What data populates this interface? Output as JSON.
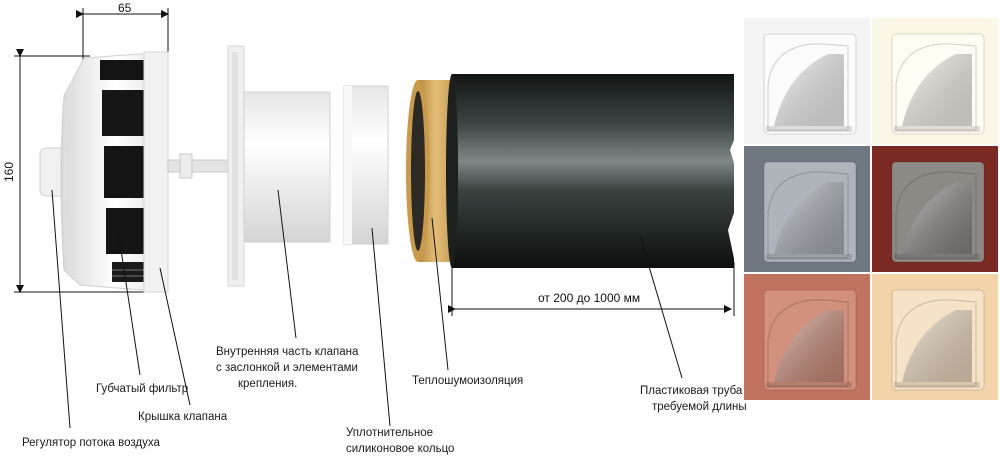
{
  "dimensions": {
    "width_label": "65",
    "height_label": "160",
    "pipe_length_label": "от 200 до 1000 мм"
  },
  "labels": {
    "sponge_filter": "Губчатый фильтр",
    "valve_cover": "Крышка клапана",
    "air_regulator": "Регулятор потока воздуха",
    "inner_part": [
      "Внутренняя часть клапана",
      "с заслонкой и элементами",
      "крепления."
    ],
    "seal_ring": [
      "Уплотнительное",
      "силиконовое кольцо"
    ],
    "insulation": "Теплошумоизоляция",
    "plastic_pipe": [
      "Пластиковая труба",
      "требуемой длины"
    ]
  },
  "color_options": [
    {
      "name": "white",
      "bg": "#f4f4f4",
      "hood": "#fbfbfb"
    },
    {
      "name": "ivory",
      "bg": "#fbf7e6",
      "hood": "#fffdf4"
    },
    {
      "name": "grey",
      "bg": "#6f7880",
      "hood": "#aeb4ba"
    },
    {
      "name": "brown",
      "bg": "#7a2a22",
      "hood": "#8d8a86"
    },
    {
      "name": "terracotta",
      "bg": "#c27360",
      "hood": "#d3907c"
    },
    {
      "name": "beige",
      "bg": "#f3d3a8",
      "hood": "#f6e2c6"
    }
  ]
}
